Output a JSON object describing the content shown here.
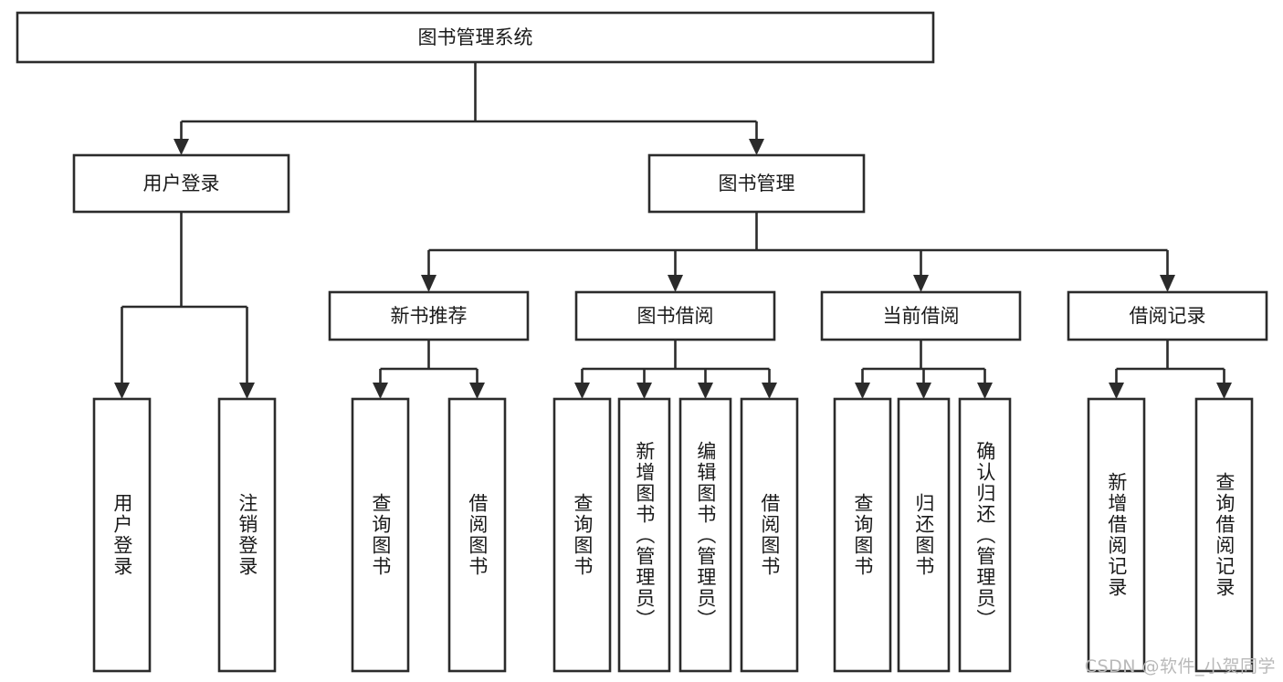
{
  "diagram": {
    "title": "图书管理系统",
    "type": "tree-hierarchy",
    "root": {
      "id": "root",
      "label": "图书管理系统",
      "orientation": "horizontal"
    },
    "level2": [
      {
        "id": "user-login",
        "label": "用户登录",
        "orientation": "horizontal"
      },
      {
        "id": "book-management",
        "label": "图书管理",
        "orientation": "horizontal"
      }
    ],
    "level3": [
      {
        "id": "new-book-recommend",
        "label": "新书推荐",
        "parent": "book-management",
        "orientation": "horizontal"
      },
      {
        "id": "book-borrow",
        "label": "图书借阅",
        "parent": "book-management",
        "orientation": "horizontal"
      },
      {
        "id": "current-borrow",
        "label": "当前借阅",
        "parent": "book-management",
        "orientation": "horizontal"
      },
      {
        "id": "borrow-record",
        "label": "借阅记录",
        "parent": "book-management",
        "orientation": "horizontal"
      }
    ],
    "leaves": [
      {
        "id": "leaf-user-login",
        "label": "用户登录",
        "parent": "user-login",
        "orientation": "vertical"
      },
      {
        "id": "leaf-user-logout",
        "label": "注销登录",
        "parent": "user-login",
        "orientation": "vertical"
      },
      {
        "id": "leaf-query-book-1",
        "label": "查询图书",
        "parent": "new-book-recommend",
        "orientation": "vertical"
      },
      {
        "id": "leaf-borrow-book-1",
        "label": "借阅图书",
        "parent": "new-book-recommend",
        "orientation": "vertical"
      },
      {
        "id": "leaf-query-book-2",
        "label": "查询图书",
        "parent": "book-borrow",
        "orientation": "vertical"
      },
      {
        "id": "leaf-add-book",
        "label": "新增图书（管理员）",
        "parent": "book-borrow",
        "orientation": "vertical"
      },
      {
        "id": "leaf-edit-book",
        "label": "编辑图书（管理员）",
        "parent": "book-borrow",
        "orientation": "vertical"
      },
      {
        "id": "leaf-borrow-book-2",
        "label": "借阅图书",
        "parent": "book-borrow",
        "orientation": "vertical"
      },
      {
        "id": "leaf-query-book-3",
        "label": "查询图书",
        "parent": "current-borrow",
        "orientation": "vertical"
      },
      {
        "id": "leaf-return-book",
        "label": "归还图书",
        "parent": "current-borrow",
        "orientation": "vertical"
      },
      {
        "id": "leaf-confirm-return",
        "label": "确认归还（管理员）",
        "parent": "current-borrow",
        "orientation": "vertical"
      },
      {
        "id": "leaf-add-record",
        "label": "新增借阅记录",
        "parent": "borrow-record",
        "orientation": "vertical"
      },
      {
        "id": "leaf-query-record",
        "label": "查询借阅记录",
        "parent": "borrow-record",
        "orientation": "vertical"
      }
    ],
    "colors": {
      "stroke": "#2b2b2b",
      "fill": "#ffffff",
      "text": "#1a1a1a",
      "watermark": "#b9b9b9"
    }
  },
  "watermark": {
    "text": "CSDN @软件_小贺同学"
  }
}
